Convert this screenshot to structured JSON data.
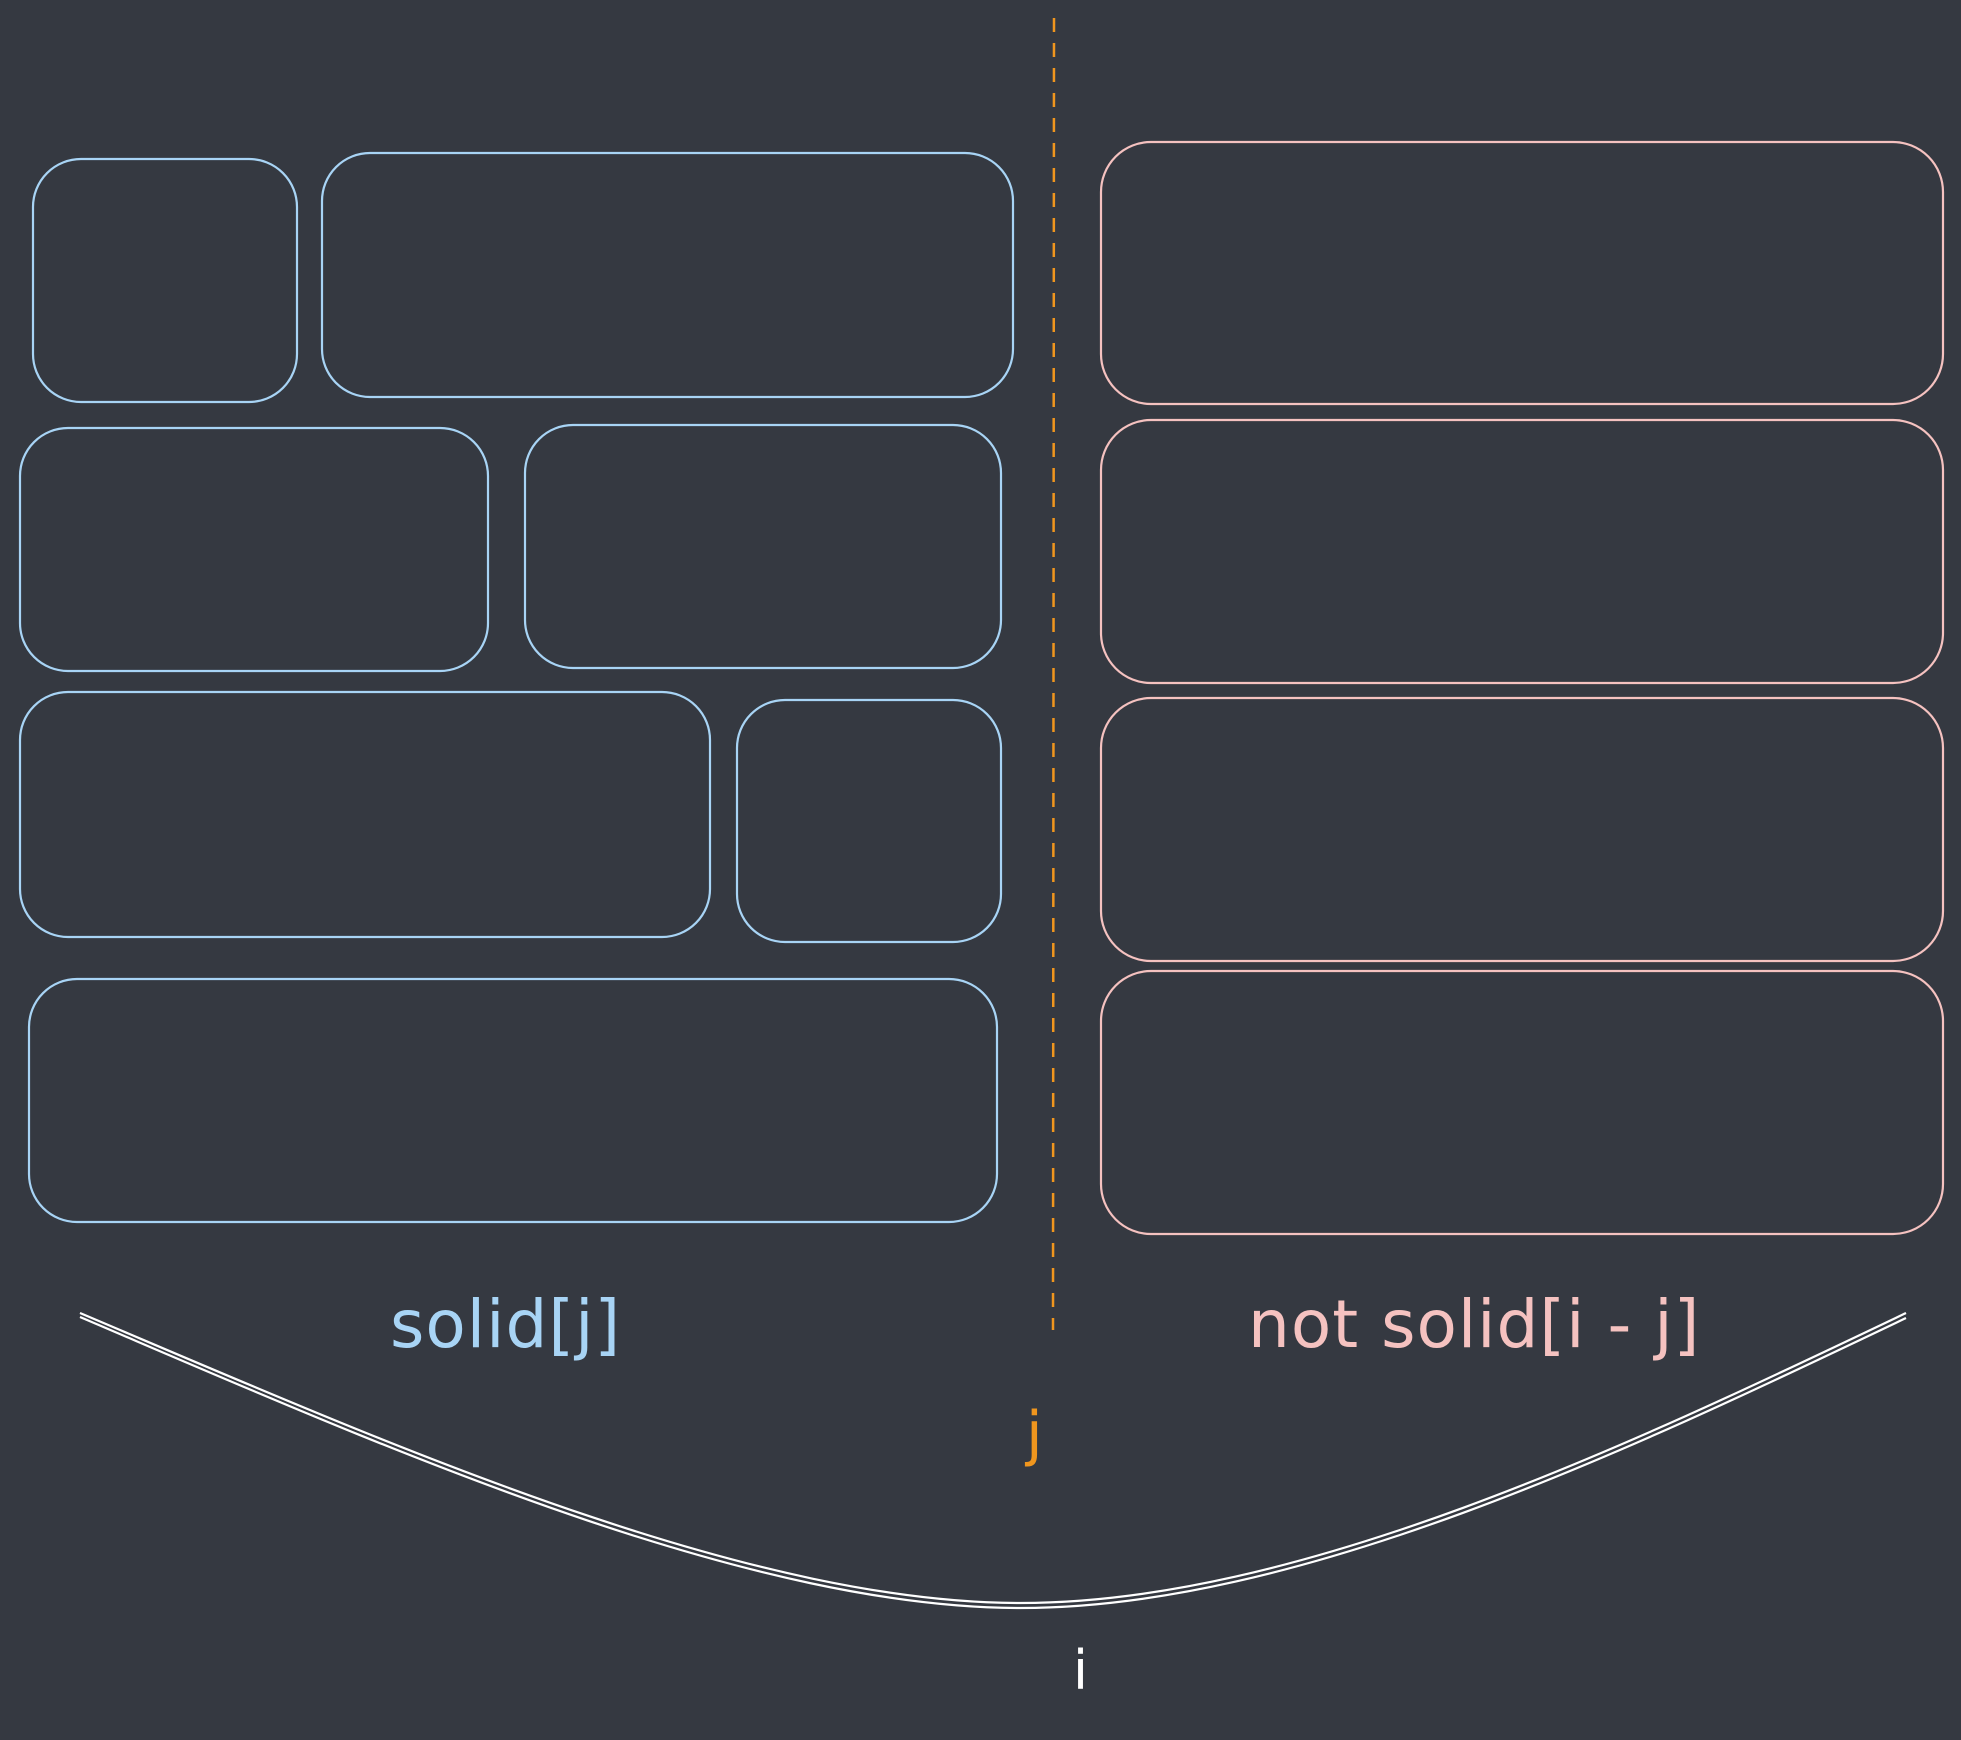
{
  "colors": {
    "background": "#353941",
    "solid_block": "#a8d4f5",
    "not_solid_block": "#f5c2c0",
    "divider": "#f0961e",
    "brace": "#ffffff",
    "label_i": "#ffffff"
  },
  "labels": {
    "solid": "solid[j]",
    "not_solid": "not solid[i - j]",
    "j": "j",
    "i": "i"
  },
  "grid": {
    "solid_rows": 4,
    "not_solid_rows": 4
  }
}
